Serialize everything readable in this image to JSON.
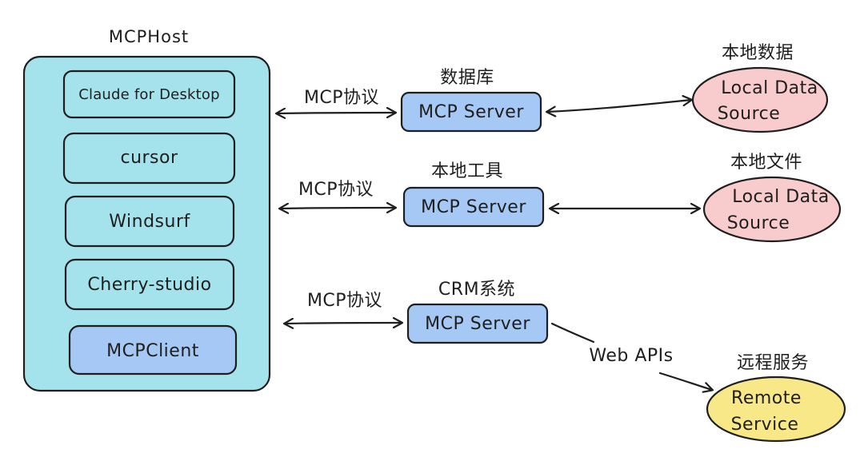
{
  "host": {
    "title": "MCPHost",
    "fill": "#a5e3ec",
    "clients": [
      {
        "label": "Claude for Desktop",
        "fill": "#a5e3ec"
      },
      {
        "label": "cursor",
        "fill": "#a5e3ec"
      },
      {
        "label": "Windsurf",
        "fill": "#a5e3ec"
      },
      {
        "label": "Cherry-studio",
        "fill": "#a5e3ec"
      },
      {
        "label": "MCPClient",
        "fill": "#a5c8f4"
      }
    ]
  },
  "rows": [
    {
      "protocol_label": "MCP协议",
      "server_caption": "数据库",
      "server_label": "MCP Server",
      "target_caption": "本地数据",
      "target_label_lines": [
        "Local Data",
        "Source"
      ],
      "target_fill": "#f8cccc"
    },
    {
      "protocol_label": "MCP协议",
      "server_caption": "本地工具",
      "server_label": "MCP Server",
      "target_caption": "本地文件",
      "target_label_lines": [
        "Local Data",
        "Source"
      ],
      "target_fill": "#f8cccc"
    },
    {
      "protocol_label": "MCP协议",
      "server_caption": "CRM系统",
      "server_label": "MCP Server",
      "link_label": "Web APIs",
      "target_caption": "远程服务",
      "target_label_lines": [
        "Remote",
        "Service"
      ],
      "target_fill": "#f9e888"
    }
  ],
  "colors": {
    "server_fill": "#a5c8f4",
    "stroke": "#1e1e1e"
  }
}
